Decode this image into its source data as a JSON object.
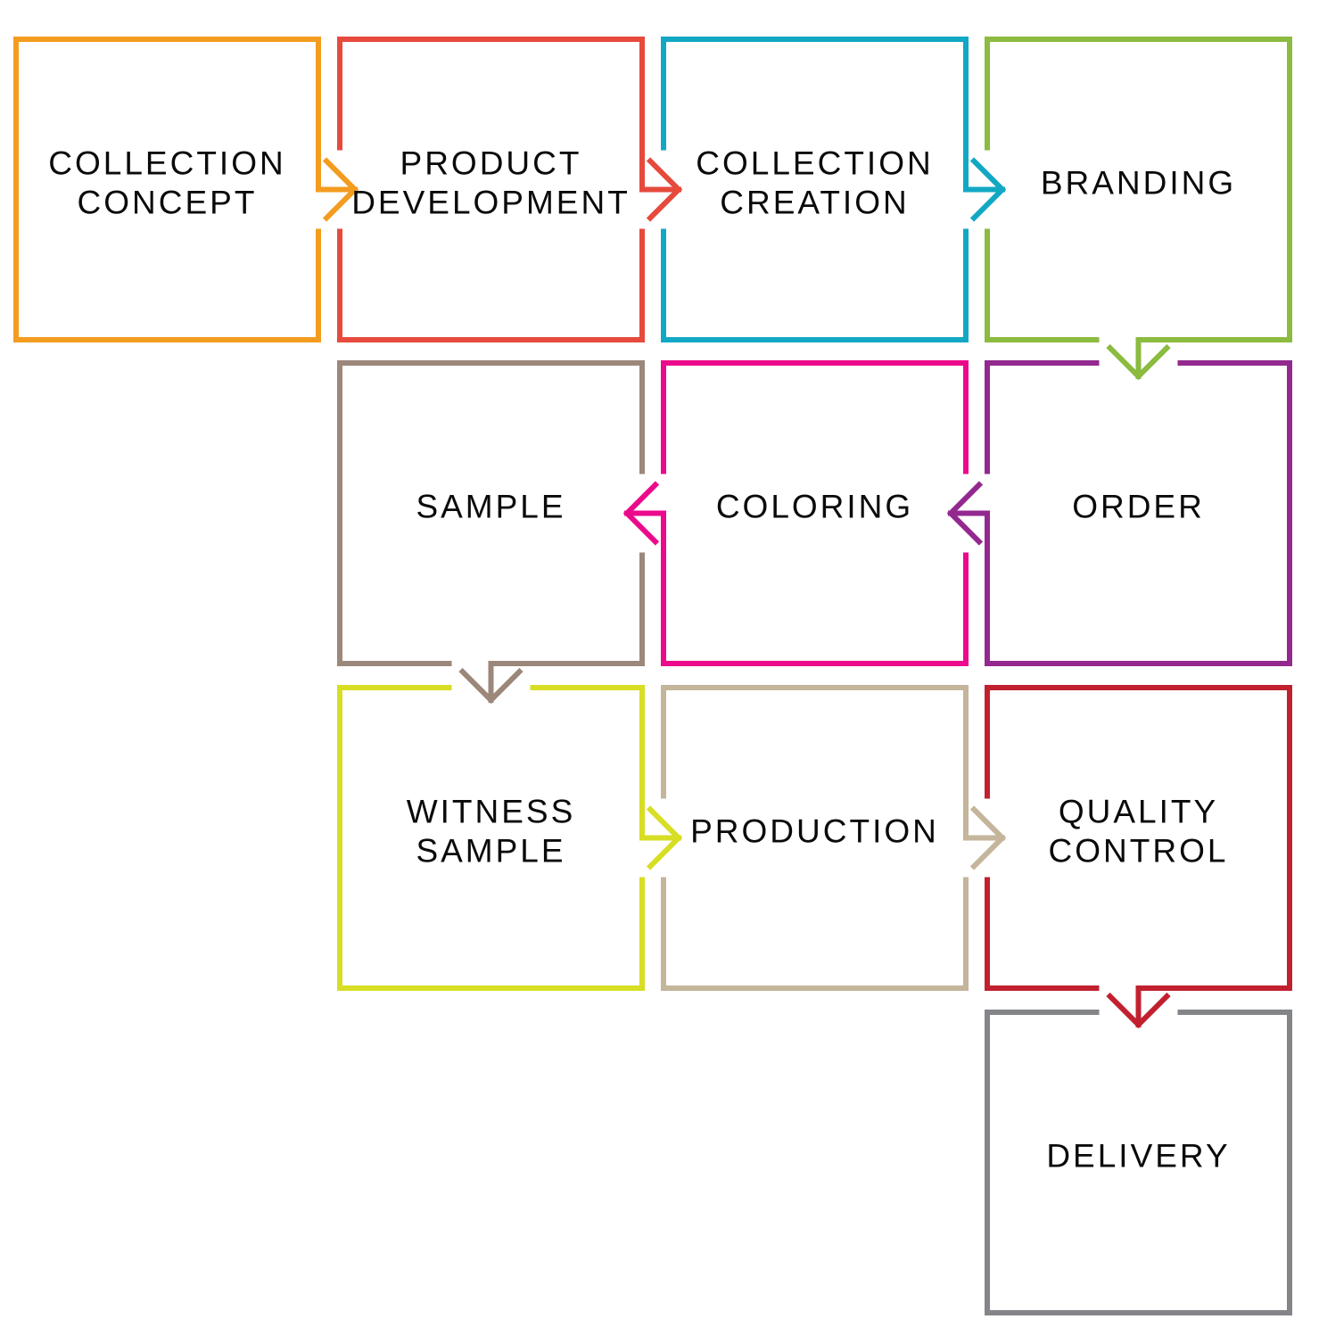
{
  "diagram": {
    "type": "process-flow",
    "steps": [
      {
        "id": 1,
        "lines": [
          "COLLECTION",
          "CONCEPT"
        ],
        "color": "#F39C1F",
        "row": 0,
        "col": 0,
        "next": "right"
      },
      {
        "id": 2,
        "lines": [
          "PRODUCT",
          "DEVELOPMENT"
        ],
        "color": "#E64A3C",
        "row": 0,
        "col": 1,
        "next": "right"
      },
      {
        "id": 3,
        "lines": [
          "COLLECTION",
          "CREATION"
        ],
        "color": "#12A8C4",
        "row": 0,
        "col": 2,
        "next": "right"
      },
      {
        "id": 4,
        "lines": [
          "BRANDING"
        ],
        "color": "#8BBB3F",
        "row": 0,
        "col": 3,
        "next": "down"
      },
      {
        "id": 5,
        "lines": [
          "ORDER"
        ],
        "color": "#93298E",
        "row": 1,
        "col": 3,
        "next": "left"
      },
      {
        "id": 6,
        "lines": [
          "COLORING"
        ],
        "color": "#EC0A8C",
        "row": 1,
        "col": 2,
        "next": "left"
      },
      {
        "id": 7,
        "lines": [
          "SAMPLE"
        ],
        "color": "#9C877B",
        "row": 1,
        "col": 1,
        "next": "down"
      },
      {
        "id": 8,
        "lines": [
          "WITNESS",
          "SAMPLE"
        ],
        "color": "#D7DE23",
        "row": 2,
        "col": 1,
        "next": "right"
      },
      {
        "id": 9,
        "lines": [
          "PRODUCTION"
        ],
        "color": "#C4B59B",
        "row": 2,
        "col": 2,
        "next": "right"
      },
      {
        "id": 10,
        "lines": [
          "QUALITY",
          "CONTROL"
        ],
        "color": "#C1212F",
        "row": 2,
        "col": 3,
        "next": "down"
      },
      {
        "id": 11,
        "lines": [
          "DELIVERY"
        ],
        "color": "#848589",
        "row": 3,
        "col": 3,
        "next": null
      }
    ],
    "text_color": "#0A0A0A",
    "background": "#FFFFFF"
  }
}
